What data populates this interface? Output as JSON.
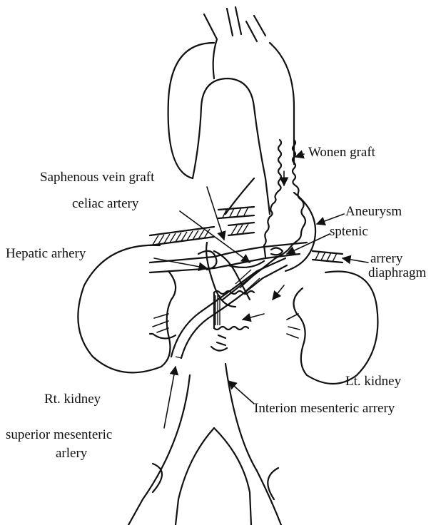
{
  "labels": {
    "woven_graft": "Wonen graft",
    "saphenous_vein_graft": "Saphenous vein graft",
    "celiac_artery": "celiac artery",
    "aneurysm": "Aneurysm",
    "splenic": "sptenic",
    "hepatic_artery": "Hepatic arhery",
    "artery": "arrery",
    "diaphragm": "diaphragm",
    "lt_kidney": "Lt. kidney",
    "rt_kidney": "Rt. kidney",
    "inferior_mesenteric_artery": "Interion mesenteric arrery",
    "superior_mesenteric_artery_line1": "superior mesenteric",
    "superior_mesenteric_artery_line2": "arlery"
  },
  "colors": {
    "ink": "#111111",
    "background": "#ffffff"
  }
}
